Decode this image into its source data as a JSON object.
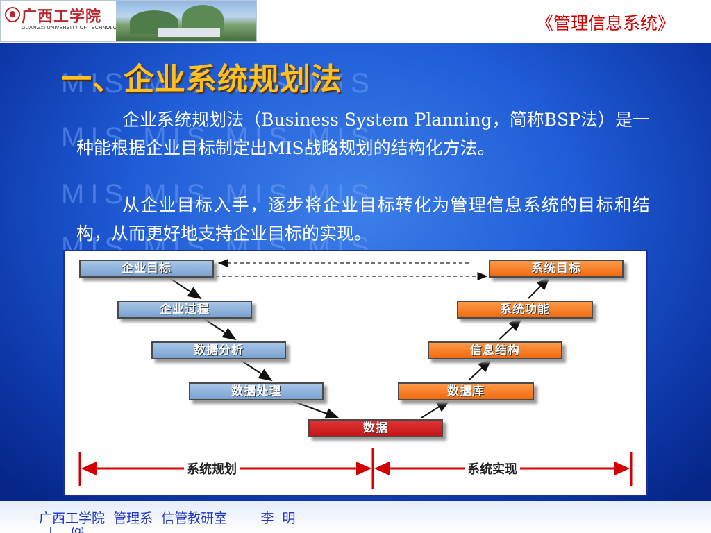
{
  "header": {
    "school_logo_cn": "广西工学院",
    "school_logo_en": "GUANGXI UNIVERSITY OF TECHNOLOGY",
    "course_title": "《管理信息系统》"
  },
  "slide": {
    "watermark_text": "MIS MIS MIS MIS",
    "title": "一、企业系统规划法",
    "paragraphs": [
      "企业系统规划法（Business System Planning，简称BSP法）是一种能根据企业目标制定出MIS战略规划的结构化方法。",
      "从企业目标入手，逐步将企业目标转化为管理信息系统的目标和结构，从而更好地支持企业目标的实现。"
    ]
  },
  "diagram": {
    "left_steps": [
      "企业目标",
      "企业过程",
      "数据分析",
      "数据处理"
    ],
    "bottom_step": "数据",
    "right_steps": [
      "系统目标",
      "系统功能",
      "信息结构",
      "数据库"
    ],
    "phase_planning": "系统规划",
    "phase_implementation": "系统实现",
    "colors": {
      "left": "#8db1dc",
      "right": "#f47c25",
      "bottom": "#d42222"
    }
  },
  "footer": {
    "text": "广西工学院  管理系  信管教研室        李  明",
    "email_partial": "  l    @"
  }
}
